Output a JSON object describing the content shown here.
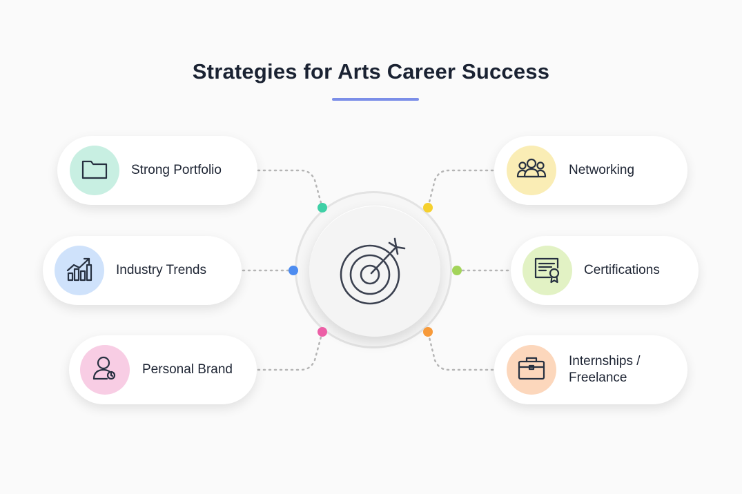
{
  "title": "Strategies for Arts Career Success",
  "hub": {
    "icon": "target-arrow-icon"
  },
  "items": [
    {
      "id": "strong-portfolio",
      "label": "Strong Portfolio",
      "icon": "folder-icon",
      "icon_bg": "#c8efe2",
      "dot_color": "#3fd0a6"
    },
    {
      "id": "industry-trends",
      "label": "Industry Trends",
      "icon": "chart-trend-icon",
      "icon_bg": "#cfe2fb",
      "dot_color": "#4d8cf0"
    },
    {
      "id": "personal-brand",
      "label": "Personal Brand",
      "icon": "user-badge-icon",
      "icon_bg": "#f8cde4",
      "dot_color": "#ec5fa6"
    },
    {
      "id": "networking",
      "label": "Networking",
      "icon": "people-group-icon",
      "icon_bg": "#faedb5",
      "dot_color": "#f5d02e"
    },
    {
      "id": "certifications",
      "label": "Certifications",
      "icon": "certificate-icon",
      "icon_bg": "#e2f2c4",
      "dot_color": "#a3d45a"
    },
    {
      "id": "internships-freelance",
      "label_lines": [
        "Internships /",
        "Freelance"
      ],
      "icon": "briefcase-icon",
      "icon_bg": "#fcd7bc",
      "dot_color": "#f79a3a"
    }
  ],
  "colors": {
    "accent": "#7b8ee8",
    "connector": "#b5b5b5",
    "text": "#1d2433"
  }
}
